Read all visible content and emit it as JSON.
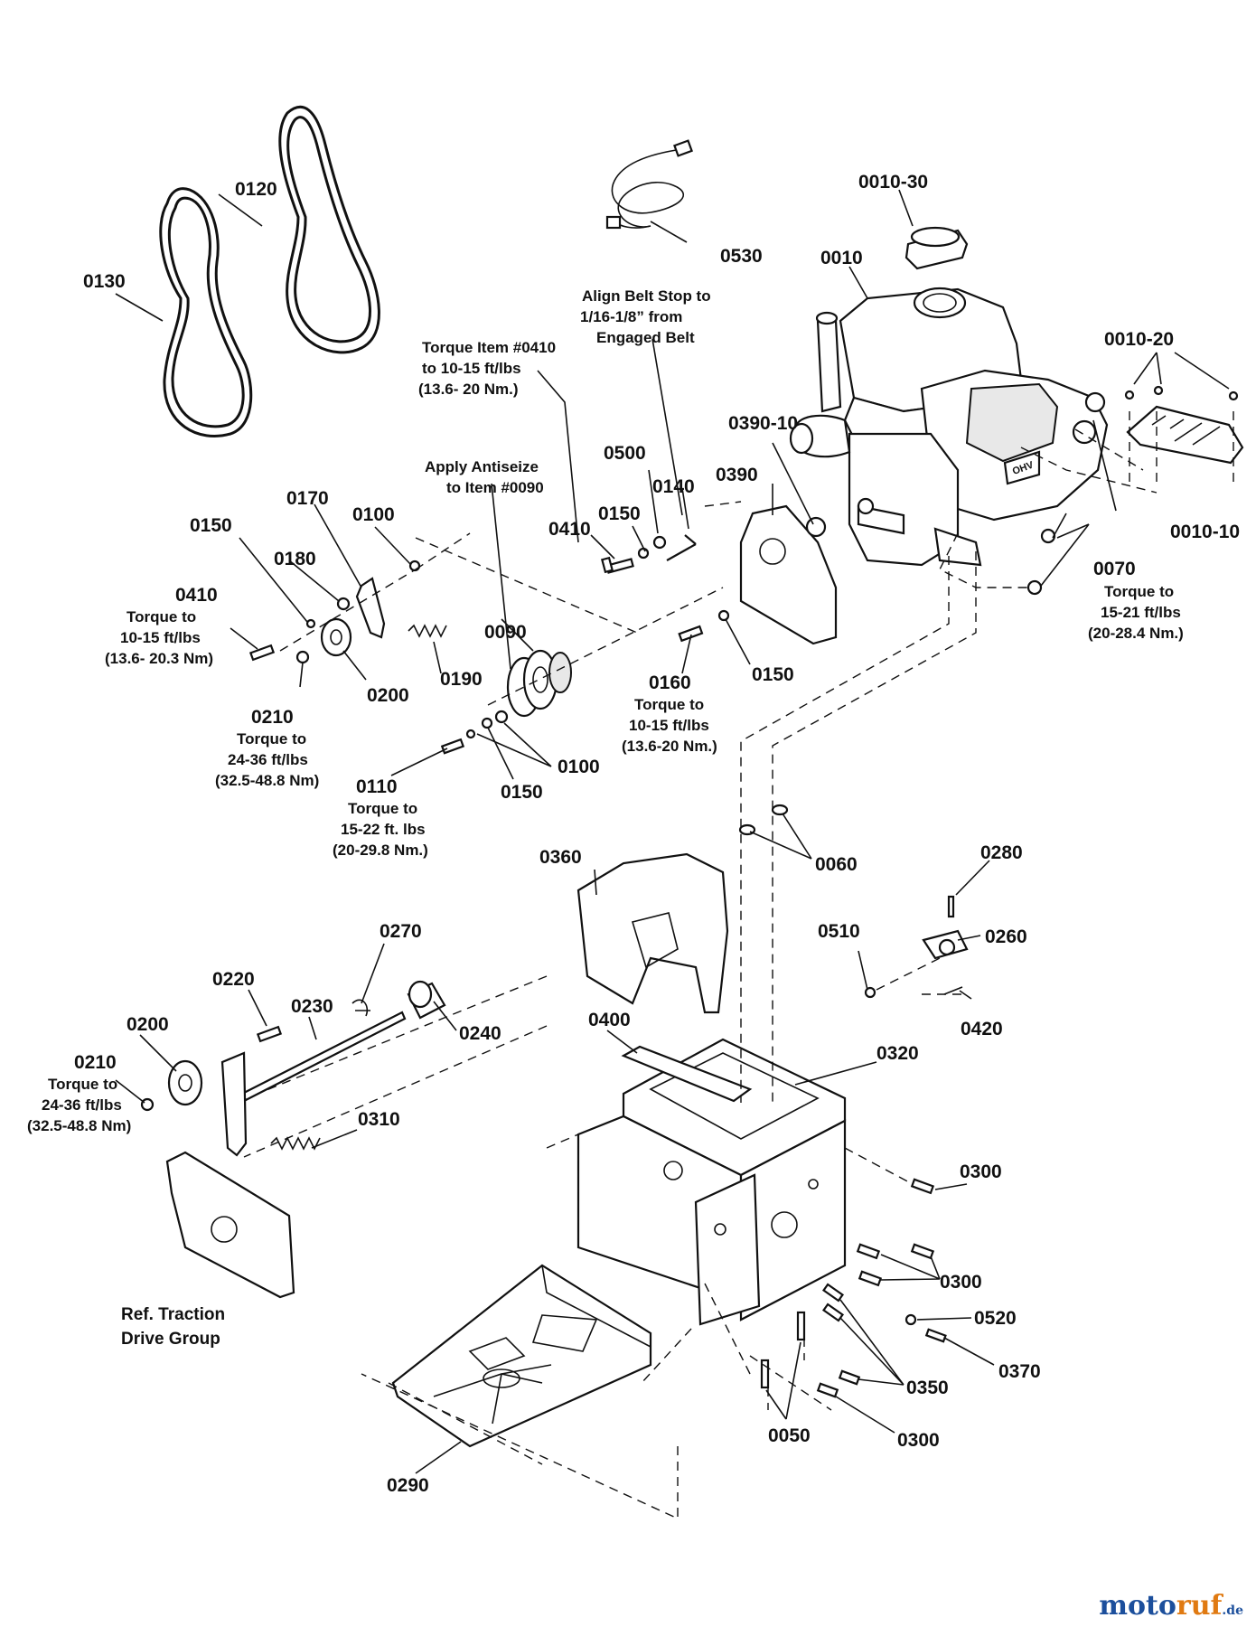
{
  "labels": {
    "l0010_30": "0010-30",
    "l0010": "0010",
    "l0010_20": "0010-20",
    "l0010_10": "0010-10",
    "l0070": "0070",
    "l0070_note": [
      "Torque to",
      "15-21 ft/lbs",
      "(20-28.4 Nm.)"
    ],
    "l0390_10": "0390-10",
    "l0390": "0390",
    "l0120": "0120",
    "l0130": "0130",
    "l0530": "0530",
    "align_note": [
      "Align Belt Stop to",
      "1/16-1/8” from",
      "Engaged Belt"
    ],
    "torque0410_note": [
      "Torque Item #0410",
      "to 10-15 ft/lbs",
      "(13.6- 20 Nm.)"
    ],
    "antiseize_note": [
      "Apply Antiseize",
      "to Item #0090"
    ],
    "l0500": "0500",
    "l0140": "0140",
    "l0150_a": "0150",
    "l0410_a": "0410",
    "l0150_b": "0150",
    "l0170": "0170",
    "l0100_a": "0100",
    "l0180": "0180",
    "l0410_b": "0410",
    "l0410_b_note": [
      "Torque to",
      "10-15 ft/lbs",
      "(13.6- 20.3 Nm)"
    ],
    "l0200_a": "0200",
    "l0190": "0190",
    "l0210_a": "0210",
    "l0210_a_note": [
      "Torque to",
      "24-36 ft/lbs",
      "(32.5-48.8 Nm)"
    ],
    "l0090": "0090",
    "l0160": "0160",
    "l0160_note": [
      "Torque to",
      "10-15 ft/lbs",
      "(13.6-20 Nm.)"
    ],
    "l0150_c": "0150",
    "l0100_b": "0100",
    "l0110": "0110",
    "l0110_note": [
      "Torque to",
      "15-22 ft. lbs",
      "(20-29.8 Nm.)"
    ],
    "l0150_d": "0150",
    "l0060": "0060",
    "l0360": "0360",
    "l0280": "0280",
    "l0510": "0510",
    "l0260": "0260",
    "l0420": "0420",
    "l0270": "0270",
    "l0220": "0220",
    "l0230": "0230",
    "l0240": "0240",
    "l0200_b": "0200",
    "l0210_b": "0210",
    "l0210_b_note": [
      "Torque to",
      "24-36 ft/lbs",
      "(32.5-48.8 Nm)"
    ],
    "l0310": "0310",
    "l0400": "0400",
    "l0320": "0320",
    "l0300_a": "0300",
    "l0300_b": "0300",
    "l0520": "0520",
    "l0370": "0370",
    "l0350": "0350",
    "l0050": "0050",
    "l0300_c": "0300",
    "l0290": "0290",
    "traction_note": [
      "Ref. Traction",
      "Drive Group"
    ]
  },
  "engine_badge": "OHV",
  "watermark": {
    "main": "moto",
    "accent": "ruf",
    "suffix": ".de"
  },
  "colors": {
    "line": "#111111",
    "watermark_blue": "#1c4f9c",
    "watermark_orange": "#e07a12"
  }
}
